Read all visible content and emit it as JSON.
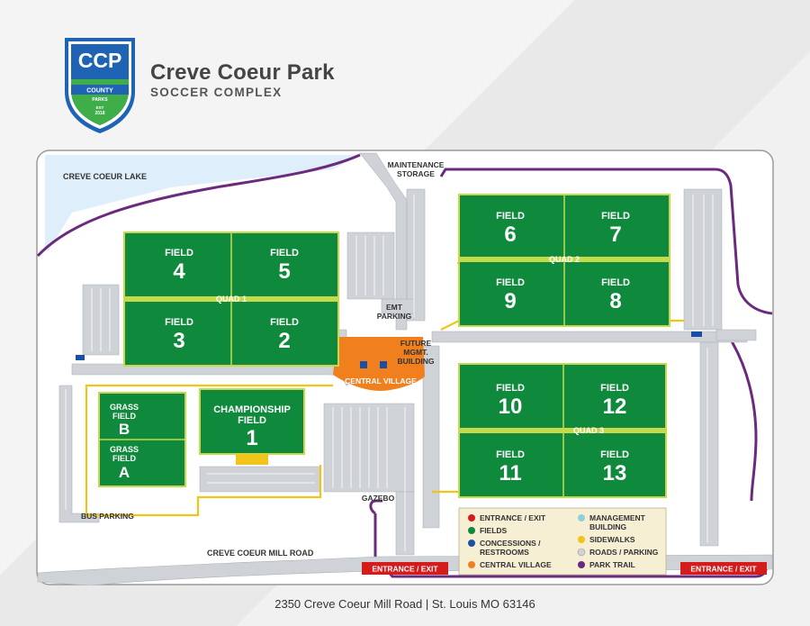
{
  "header": {
    "logo_letters": "CCP",
    "logo_band": "COUNTY",
    "logo_sub": "PARKS",
    "logo_est": "EST",
    "logo_year": "2018",
    "title": "Creve Coeur Park",
    "subtitle": "SOCCER COMPLEX"
  },
  "places": {
    "lake": "CREVE COEUR LAKE",
    "maintenance_1": "MAINTENANCE",
    "maintenance_2": "STORAGE",
    "emt_1": "EMT",
    "emt_2": "PARKING",
    "future_1": "FUTURE",
    "future_2": "MGMT.",
    "future_3": "BUILDING",
    "central_village": "CENTRAL VILLAGE",
    "gazebo": "GAZEBO",
    "bus_parking": "BUS PARKING",
    "road": "CREVE COEUR MILL ROAD",
    "entrance_left": "ENTRANCE / EXIT",
    "entrance_right": "ENTRANCE / EXIT"
  },
  "quads": {
    "q1": "QUAD 1",
    "q2": "QUAD 2",
    "q3": "QUAD 3"
  },
  "fields": {
    "label": "FIELD",
    "f1": "1",
    "f2": "2",
    "f3": "3",
    "f4": "4",
    "f5": "5",
    "f6": "6",
    "f7": "7",
    "f8": "8",
    "f9": "9",
    "f10": "10",
    "f11": "11",
    "f12": "12",
    "f13": "13",
    "championship": "CHAMPIONSHIP",
    "grass": "GRASS",
    "fa": "A",
    "fb": "B"
  },
  "legend": {
    "entrance": "ENTRANCE / EXIT",
    "fields": "FIELDS",
    "concessions_1": "CONCESSIONS /",
    "concessions_2": "RESTROOMS",
    "central_village": "CENTRAL VILLAGE",
    "management_1": "MANAGEMENT",
    "management_2": "BUILDING",
    "sidewalks": "SIDEWALKS",
    "roads": "ROADS / PARKING",
    "trail": "PARK TRAIL"
  },
  "colors": {
    "field": "#0f8a3c",
    "field_line": "#c6d94a",
    "central_village": "#f07f1e",
    "road": "#cfd2d6",
    "trail": "#6b2a7e",
    "lake": "#dfeefb",
    "entrance": "#d41c1c",
    "concession": "#1b4fa6",
    "management": "#8ed0de",
    "sidewalk": "#f0c419",
    "legend_bg": "#f6efd3"
  },
  "address": "2350 Creve Coeur Mill Road  |  St. Louis MO 63146"
}
